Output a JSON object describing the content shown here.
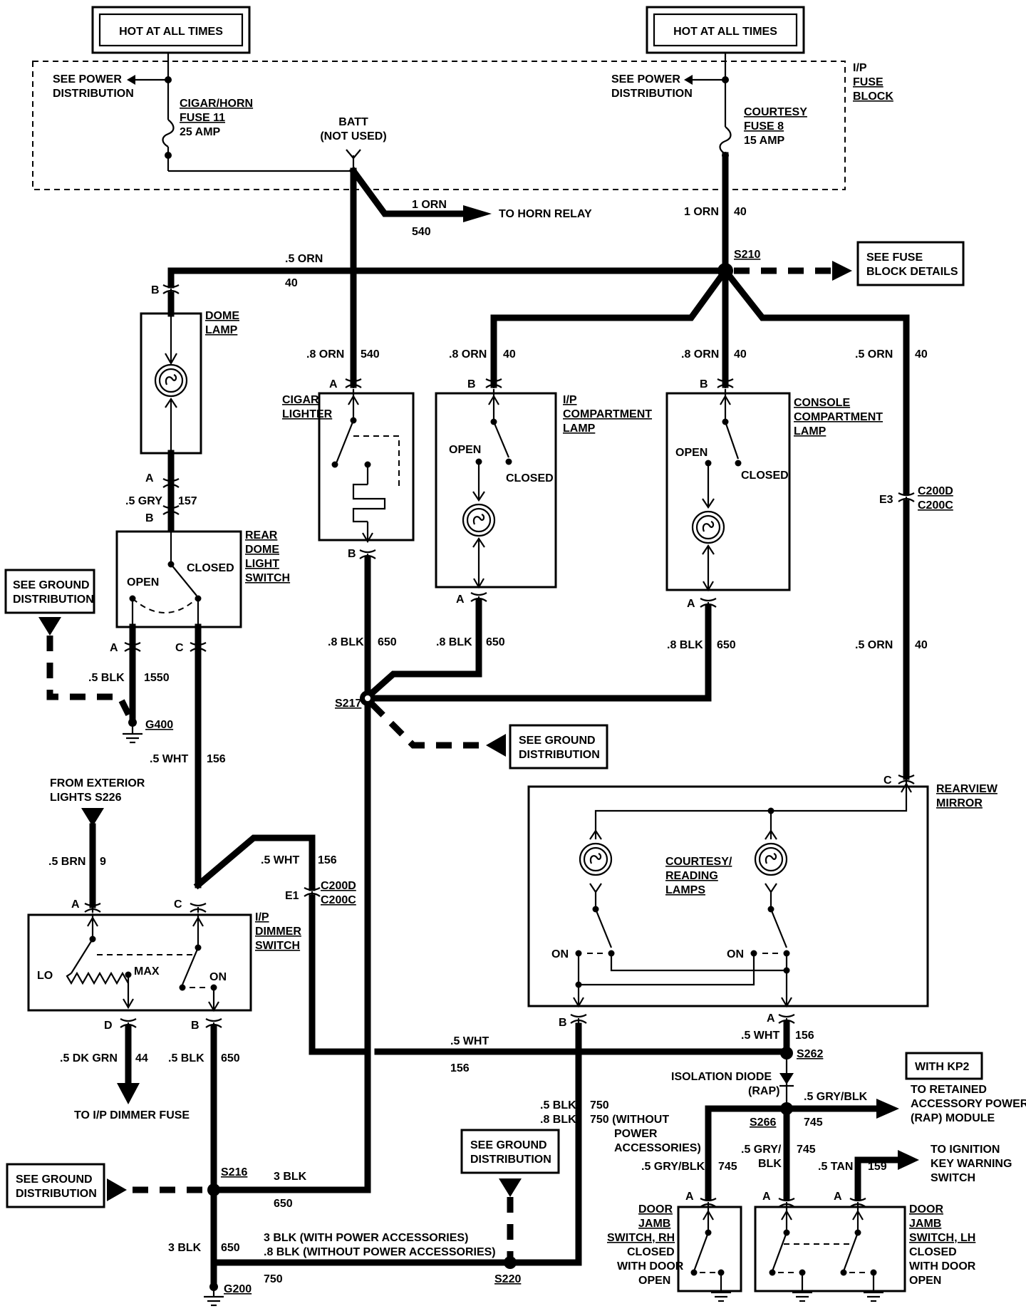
{
  "hot_labels": [
    "HOT AT ALL TIMES",
    "HOT AT ALL TIMES"
  ],
  "fuse_block": {
    "label_lines": [
      "I/P",
      "FUSE",
      "BLOCK"
    ],
    "see_power_left": [
      "SEE POWER",
      "DISTRIBUTION"
    ],
    "see_power_right": [
      "SEE POWER",
      "DISTRIBUTION"
    ],
    "cigar_fuse": [
      "CIGAR/HORN",
      "FUSE 11",
      "25 AMP"
    ],
    "courtesy_fuse": [
      "COURTESY",
      "FUSE 8",
      "15 AMP"
    ],
    "batt": [
      "BATT",
      "(NOT USED)"
    ]
  },
  "to_horn": {
    "wire": "1 ORN",
    "circuit": "540",
    "label": "TO HORN RELAY"
  },
  "courtesy_feed": {
    "wire": "1 ORN",
    "circuit": "40"
  },
  "s210": {
    "label": "S210",
    "see_fuse": [
      "SEE FUSE",
      "BLOCK DETAILS"
    ]
  },
  "top_bus": {
    "wire": ".5 ORN",
    "circuit": "40"
  },
  "dome_lamp": {
    "label": [
      "DOME",
      "LAMP"
    ],
    "pin_b": "B",
    "pin_a": "A"
  },
  "gry_wire": {
    "wire": ".5 GRY",
    "circuit": "157"
  },
  "rear_switch": {
    "label": [
      "REAR",
      "DOME",
      "LIGHT",
      "SWITCH"
    ],
    "open": "OPEN",
    "closed": "CLOSED",
    "pin_b": "B",
    "pin_a": "A",
    "pin_c": "C"
  },
  "gnd_dist": [
    "SEE GROUND",
    "DISTRIBUTION"
  ],
  "blk1550": {
    "wire": ".5 BLK",
    "circuit": "1550"
  },
  "g400": "G400",
  "wht156": {
    "wire": ".5 WHT",
    "circuit": "156"
  },
  "cigar": {
    "label": [
      "CIGAR",
      "LIGHTER"
    ],
    "wire": ".8 ORN",
    "circuit": "540",
    "pin_a": "A",
    "pin_b": "B"
  },
  "ip_lamp": {
    "label": [
      "I/P",
      "COMPARTMENT",
      "LAMP"
    ],
    "wire": ".8 ORN",
    "circuit": "40",
    "open": "OPEN",
    "closed": "CLOSED",
    "pin_b": "B",
    "pin_a": "A"
  },
  "console_lamp": {
    "label": [
      "CONSOLE",
      "COMPARTMENT",
      "LAMP"
    ],
    "wire": ".8 ORN",
    "circuit": "40",
    "open": "OPEN",
    "closed": "CLOSED",
    "pin_b": "B",
    "pin_a": "A"
  },
  "right_feed": {
    "wire": ".5 ORN",
    "circuit": "40",
    "conn_pin": "E3",
    "conn": [
      "C200D",
      "C200C"
    ]
  },
  "blk650_a": {
    "wire": ".8 BLK",
    "circuit": "650"
  },
  "blk650_b": {
    "wire": ".8 BLK",
    "circuit": "650"
  },
  "blk650_c": {
    "wire": ".8 BLK",
    "circuit": "650"
  },
  "s217": "S217",
  "gnd_dist2": [
    "SEE GROUND",
    "DISTRIBUTION"
  ],
  "ext_lights": [
    "FROM EXTERIOR",
    "LIGHTS S226"
  ],
  "brn9": {
    "wire": ".5 BRN",
    "circuit": "9"
  },
  "wht156_b": {
    "wire": ".5 WHT",
    "circuit": "156",
    "conn_pin": "E1",
    "conn": [
      "C200D",
      "C200C"
    ]
  },
  "dimmer": {
    "label": [
      "I/P",
      "DIMMER",
      "SWITCH"
    ],
    "pin_a": "A",
    "pin_c": "C",
    "pin_d": "D",
    "pin_b": "B",
    "lo": "LO",
    "max": "MAX",
    "on": "ON"
  },
  "dkgrn44": {
    "wire": ".5 DK GRN",
    "circuit": "44",
    "to": "TO I/P DIMMER FUSE"
  },
  "blk650_d": {
    "wire": ".5 BLK",
    "circuit": "650"
  },
  "mirror": {
    "label": [
      "REARVIEW",
      "MIRROR"
    ],
    "lamps": [
      "COURTESY/",
      "READING",
      "LAMPS"
    ],
    "on_left": "ON",
    "on_right": "ON",
    "pin_c": "C",
    "pin_b": "B",
    "pin_a": "A"
  },
  "wht_bus": {
    "wire": ".5 WHT",
    "circuit": "156"
  },
  "wht156_c": {
    "wire": ".5 WHT",
    "circuit": "156"
  },
  "s262": "S262",
  "diode": [
    "ISOLATION DIODE",
    "(RAP)"
  ],
  "with_kp2": "WITH KP2",
  "rap": {
    "wire": ".5 GRY/BLK",
    "circuit": "745",
    "to": [
      "TO RETAINED",
      "ACCESSORY POWER",
      "(RAP) MODULE"
    ]
  },
  "s266": "S266",
  "blk750": {
    "line1": ".5 BLK",
    "c1": "750",
    "line2": ".8 BLK",
    "c2": "750 (WITHOUT",
    "c3": "POWER",
    "c4": "ACCESSORIES)"
  },
  "gnd_dist3": [
    "SEE GROUND",
    "DISTRIBUTION"
  ],
  "gry745_left": {
    "wire": ".5 GRY/BLK",
    "circuit": "745"
  },
  "gry745_mid": {
    "wire1": ".5 GRY/",
    "wire2": "BLK",
    "circuit": "745"
  },
  "tan159": {
    "wire": ".5 TAN",
    "circuit": "159",
    "to": [
      "TO IGNITION",
      "KEY WARNING",
      "SWITCH"
    ]
  },
  "door_rh": {
    "label": [
      "DOOR",
      "JAMB",
      "SWITCH, RH",
      "CLOSED",
      "WITH DOOR",
      "OPEN"
    ],
    "pin": "A"
  },
  "door_lh": {
    "label": [
      "DOOR",
      "JAMB",
      "SWITCH, LH",
      "CLOSED",
      "WITH DOOR",
      "OPEN"
    ],
    "pin_a1": "A",
    "pin_a2": "A"
  },
  "gnd_dist4": [
    "SEE GROUND",
    "DISTRIBUTION"
  ],
  "s216": "S216",
  "blk3_650": {
    "wire": "3 BLK",
    "circuit": "650"
  },
  "blk3_bot": {
    "wire": "3 BLK",
    "circuit": "650"
  },
  "g200": "G200",
  "s220": {
    "label": "S220",
    "line1": "3 BLK  (WITH POWER ACCESSORIES)",
    "line2": ".8 BLK  (WITHOUT POWER ACCESSORIES)",
    "circuit": "750"
  }
}
